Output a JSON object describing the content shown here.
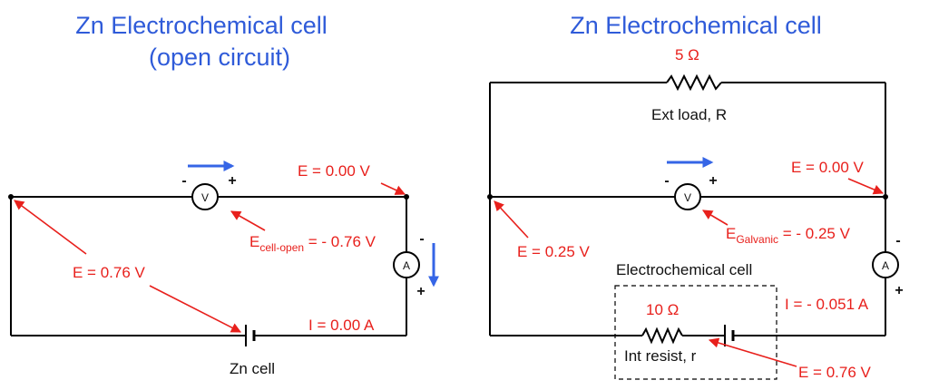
{
  "left": {
    "title_line1": "Zn Electrochemical cell",
    "title_line2": "(open circuit)",
    "e_right": "E = 0.00 V",
    "e_left": "E = 0.76 V",
    "e_cell_main": "E",
    "e_cell_sub": "cell-open",
    "e_cell_value": " = - 0.76 V",
    "current": "I = 0.00 A",
    "cell_label": "Zn cell",
    "voltmeter_letter": "V",
    "ammeter_letter": "A"
  },
  "right": {
    "title": "Zn Electrochemical cell",
    "load_resistance": "5 Ω",
    "load_label": "Ext load, R",
    "e_right": "E = 0.00 V",
    "e_left": "E = 0.25 V",
    "e_galv_main": "E",
    "e_galv_sub": "Galvanic",
    "e_galv_value": " = - 0.25 V",
    "current": "I = - 0.051 A",
    "cell_box_label": "Electrochemical cell",
    "int_resistance": "10 Ω",
    "int_label": "Int resist, r",
    "e_cell": "E = 0.76 V",
    "voltmeter_letter": "V",
    "ammeter_letter": "A"
  },
  "signs": {
    "minus": "-",
    "plus": "+"
  },
  "colors": {
    "title": "#2f5bd9",
    "annotation": "#e8201c",
    "flow_arrow": "#3565e6",
    "wire": "#000000"
  }
}
